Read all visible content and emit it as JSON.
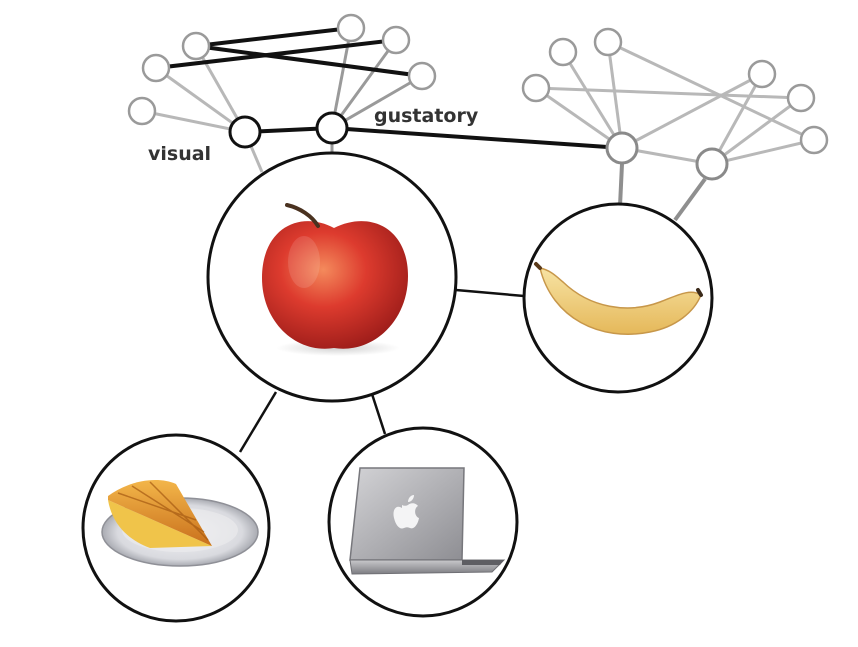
{
  "labels": {
    "visual": "visual",
    "gustatory": "gustatory"
  },
  "concepts": [
    "apple",
    "banana",
    "apple pie",
    "laptop"
  ],
  "colors": {
    "strong_link": "#111111",
    "weak_link": "#b5b5b5",
    "mid_link": "#8f8f8f",
    "node_stroke": "#222222",
    "faint_node_stroke": "#9a9a9a",
    "label": "#333333",
    "apple_red": "#d9352c",
    "banana_yellow": "#f2d27a",
    "pie_crust": "#e29a2c",
    "laptop_silver": "#b8b8bb"
  },
  "icons": [
    "apple-icon",
    "banana-icon",
    "apple-pie-icon",
    "laptop-icon",
    "apple-logo-icon"
  ]
}
